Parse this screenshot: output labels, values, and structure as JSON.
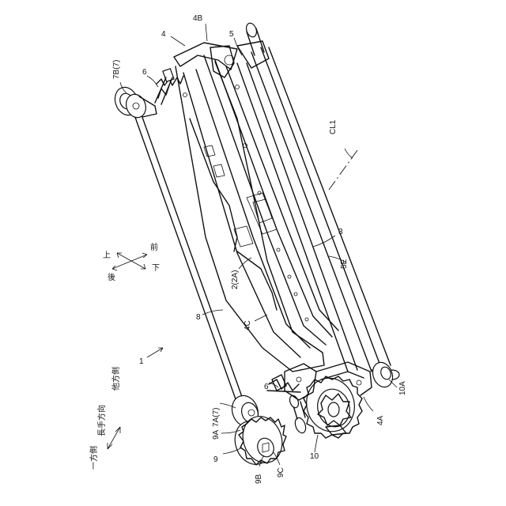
{
  "labels": {
    "l4": "4",
    "l4B": "4B",
    "l5": "5",
    "l6_top": "6",
    "l7B": "7B(7)",
    "lCL1": "CL1",
    "l3": "3",
    "l5E": "5E",
    "l2": "2(2A)",
    "l8": "8",
    "l4C": "4C",
    "l1": "1",
    "l6_bottom": "6",
    "l7A": "7A(7)",
    "l9A": "9A",
    "l9": "9",
    "l9B": "9B",
    "l9C": "9C",
    "l10": "10",
    "l4A": "4A",
    "l10A": "10A"
  },
  "directions": {
    "up": "上",
    "down": "下",
    "front": "前",
    "back": "後",
    "other_side": "他方側",
    "longitudinal": "長手方向",
    "one_side": "一方側"
  }
}
